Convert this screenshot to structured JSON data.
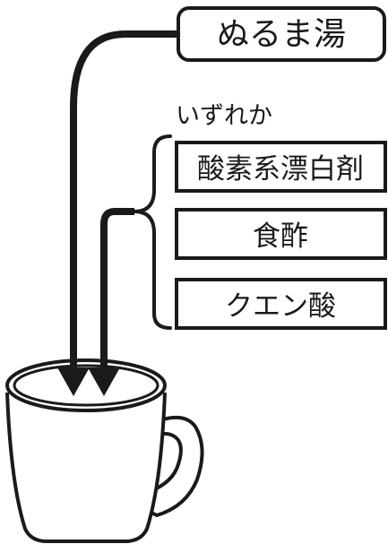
{
  "top_label": "ぬるま湯",
  "group_heading": "いずれか",
  "options": [
    "酸素系漂白剤",
    "食酢",
    "クエン酸"
  ],
  "colors": {
    "ink": "#1a1a1a",
    "background": "#ffffff"
  }
}
